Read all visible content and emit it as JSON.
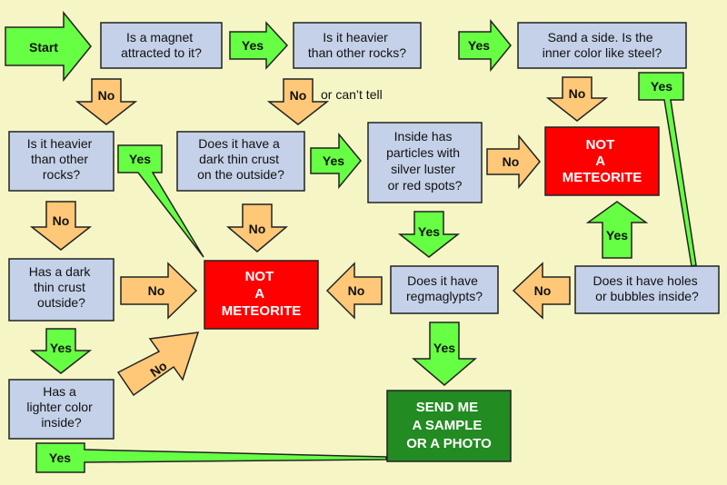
{
  "colors": {
    "background": "#f5f5c6",
    "question_fill": "#c4d1e8",
    "not_meteorite_fill": "#ff0000",
    "send_fill": "#228b22",
    "yes_arrow": "#66ff44",
    "no_arrow": "#ffc878",
    "outline": "#222222"
  },
  "start": "Start",
  "arrow_labels": {
    "yes": "Yes",
    "no": "No"
  },
  "or_cant_tell": "or can’t tell",
  "questions": {
    "magnet": [
      "Is a magnet",
      "attracted to it?"
    ],
    "heavier_top": [
      "Is it heavier",
      "than other rocks?"
    ],
    "sand": [
      "Sand a side. Is the",
      "inner color like steel?"
    ],
    "heavier_left": [
      "Is it heavier",
      "than other",
      "rocks?"
    ],
    "crust_mid": [
      "Does it have a",
      "dark thin crust",
      "on the outside?"
    ],
    "particles": [
      "Inside has",
      "particles with",
      "silver luster",
      "or red spots?"
    ],
    "crust_left": [
      "Has a dark",
      "thin crust",
      "outside?"
    ],
    "regmaglypts": [
      "Does it have",
      "regmaglypts?"
    ],
    "holes": [
      "Does it have holes",
      "or bubbles inside?"
    ],
    "lighter": [
      "Has a",
      "lighter color",
      "inside?"
    ]
  },
  "not_meteorite": [
    "NOT",
    "A",
    "METEORITE"
  ],
  "send": [
    "SEND ME",
    "A SAMPLE",
    "OR A PHOTO"
  ]
}
